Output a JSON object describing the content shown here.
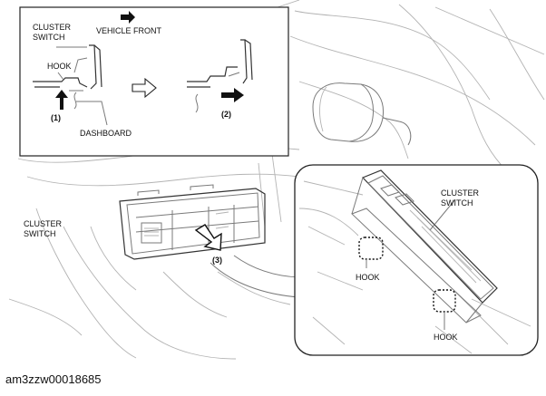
{
  "labels": {
    "inset_cluster_switch_line1": "CLUSTER",
    "inset_cluster_switch_line2": "SWITCH",
    "vehicle_front": "VEHICLE FRONT",
    "hook": "HOOK",
    "step1": "(1)",
    "step2": "(2)",
    "dashboard": "DASHBOARD",
    "main_cluster_switch_line1": "CLUSTER",
    "main_cluster_switch_line2": "SWITCH",
    "step3": "(3)",
    "detail_cluster_switch_line1": "CLUSTER",
    "detail_cluster_switch_line2": "SWITCH",
    "detail_hook_left": "HOOK",
    "detail_hook_right": "HOOK"
  },
  "caption": "am3zzw00018685"
}
